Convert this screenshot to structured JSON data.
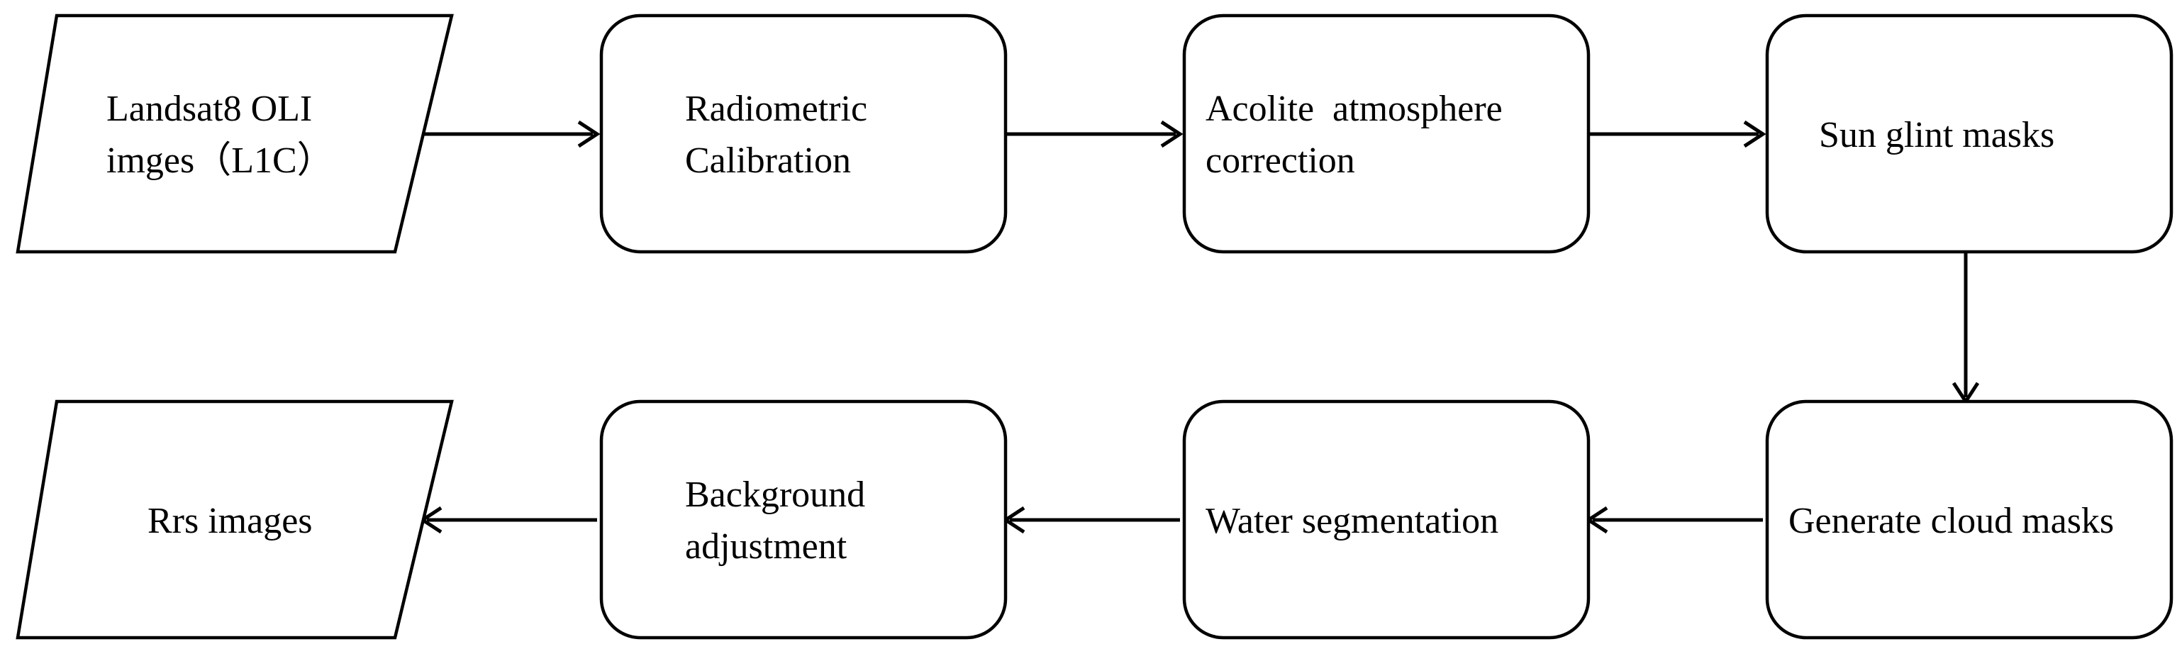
{
  "diagram": {
    "nodes": {
      "input": {
        "shape": "parallelogram",
        "lines": [
          "Landsat8 OLI",
          "imges（L1C）"
        ]
      },
      "radiometric": {
        "shape": "rounded-rect",
        "lines": [
          "Radiometric",
          "Calibration"
        ]
      },
      "acolite": {
        "shape": "rounded-rect",
        "lines": [
          "Acolite  atmosphere",
          "correction"
        ]
      },
      "sunglint": {
        "shape": "rounded-rect",
        "lines": [
          "Sun glint masks"
        ]
      },
      "cloud": {
        "shape": "rounded-rect",
        "lines": [
          "Generate cloud masks"
        ]
      },
      "water": {
        "shape": "rounded-rect",
        "lines": [
          "Water segmentation"
        ]
      },
      "background": {
        "shape": "rounded-rect",
        "lines": [
          "Background",
          "adjustment"
        ]
      },
      "output": {
        "shape": "parallelogram",
        "lines": [
          "Rrs images"
        ]
      }
    },
    "edges": [
      {
        "from": "input",
        "to": "radiometric"
      },
      {
        "from": "radiometric",
        "to": "acolite"
      },
      {
        "from": "acolite",
        "to": "sunglint"
      },
      {
        "from": "sunglint",
        "to": "cloud"
      },
      {
        "from": "cloud",
        "to": "water"
      },
      {
        "from": "water",
        "to": "background"
      },
      {
        "from": "background",
        "to": "output"
      }
    ]
  }
}
